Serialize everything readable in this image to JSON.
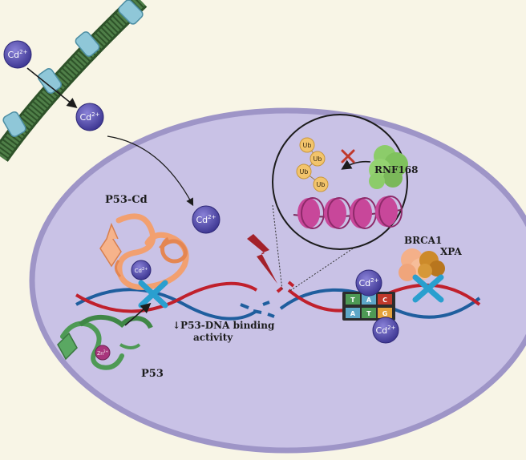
{
  "labels": {
    "cd_ion": "Cd",
    "cd_charge": "2+",
    "p53_cd": "P53-Cd",
    "p53": "P53",
    "zn": "Zn",
    "zn_charge": "2+",
    "rnf168": "RNF168",
    "ub": "Ub",
    "brca1": "BRCA1",
    "xpa": "XPA",
    "binding_line1": "↓P53-DNA binding",
    "binding_line2": "activity",
    "bases_top": [
      "T",
      "A",
      "C"
    ],
    "bases_bottom": [
      "A",
      "T",
      "G"
    ]
  },
  "colors": {
    "background": "#f8f5e6",
    "cell": "#c9c2e6",
    "cell_border": "#9e95c7",
    "membrane": "#3f6b3a",
    "channel": "#8fc7d8",
    "ion": "#5750ad",
    "dna_red": "#c0202c",
    "dna_blue": "#1f5e9e",
    "block_x": "#2a9fcf",
    "p53_cd_protein": "#f2a070",
    "p53_protein": "#4e9a55",
    "rnf168": "#8ccc6a",
    "ubiquitin": "#f2c46c",
    "nucleosome": "#c8479a",
    "brca1": "#f4b089",
    "xpa": "#cc8a2a",
    "lightning": "#a3212a",
    "inhibit_x": "#c0392b"
  }
}
